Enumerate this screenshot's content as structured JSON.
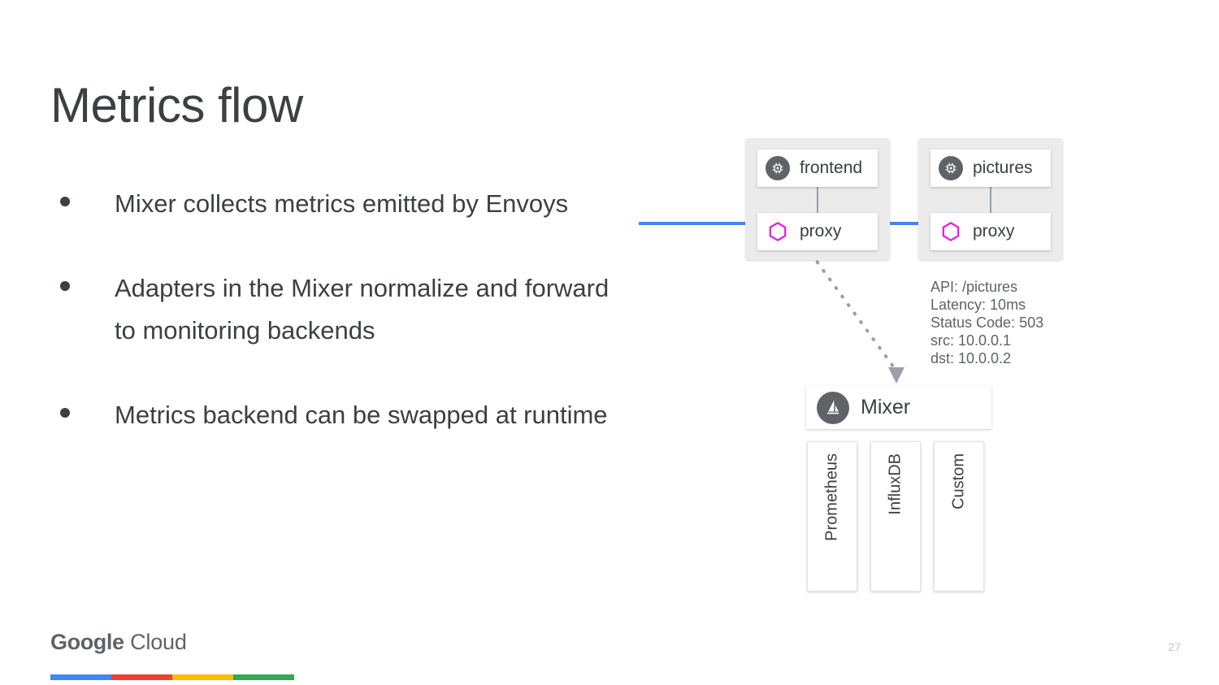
{
  "slide": {
    "title": "Metrics flow",
    "page_number": "27",
    "title_color": "#3c4043"
  },
  "bullets": [
    {
      "text": "Mixer collects metrics emitted by Envoys"
    },
    {
      "text": "Adapters in the Mixer normalize and forward to monitoring backends"
    },
    {
      "text": "Metrics backend can be swapped at runtime"
    }
  ],
  "diagram": {
    "services": [
      {
        "app_label": "frontend",
        "app_icon": "cpu-chip-icon",
        "proxy_label": "proxy",
        "proxy_icon": "hexagon-icon"
      },
      {
        "app_label": "pictures",
        "app_icon": "cpu-chip-icon",
        "proxy_label": "proxy",
        "proxy_icon": "hexagon-icon"
      }
    ],
    "annotation": [
      "API: /pictures",
      "Latency: 10ms",
      "Status Code: 503",
      "src: 10.0.0.1",
      "dst: 10.0.0.2"
    ],
    "mixer": {
      "label": "Mixer",
      "icon": "istio-sail-icon"
    },
    "backends": [
      {
        "label": "Prometheus"
      },
      {
        "label": "InfluxDB"
      },
      {
        "label": "Custom"
      }
    ],
    "colors": {
      "arrow_blue": "#4285f4",
      "proxy_hex": "#e91ee0",
      "icon_circle": "#5f6368",
      "group_bg": "#ebebeb",
      "dotted_line": "#9aa0a6"
    }
  },
  "footer": {
    "logo_bold": "Google",
    "logo_light": "Cloud",
    "bar_colors": [
      "#4285f4",
      "#ea4335",
      "#fbbc04",
      "#34a853"
    ]
  }
}
